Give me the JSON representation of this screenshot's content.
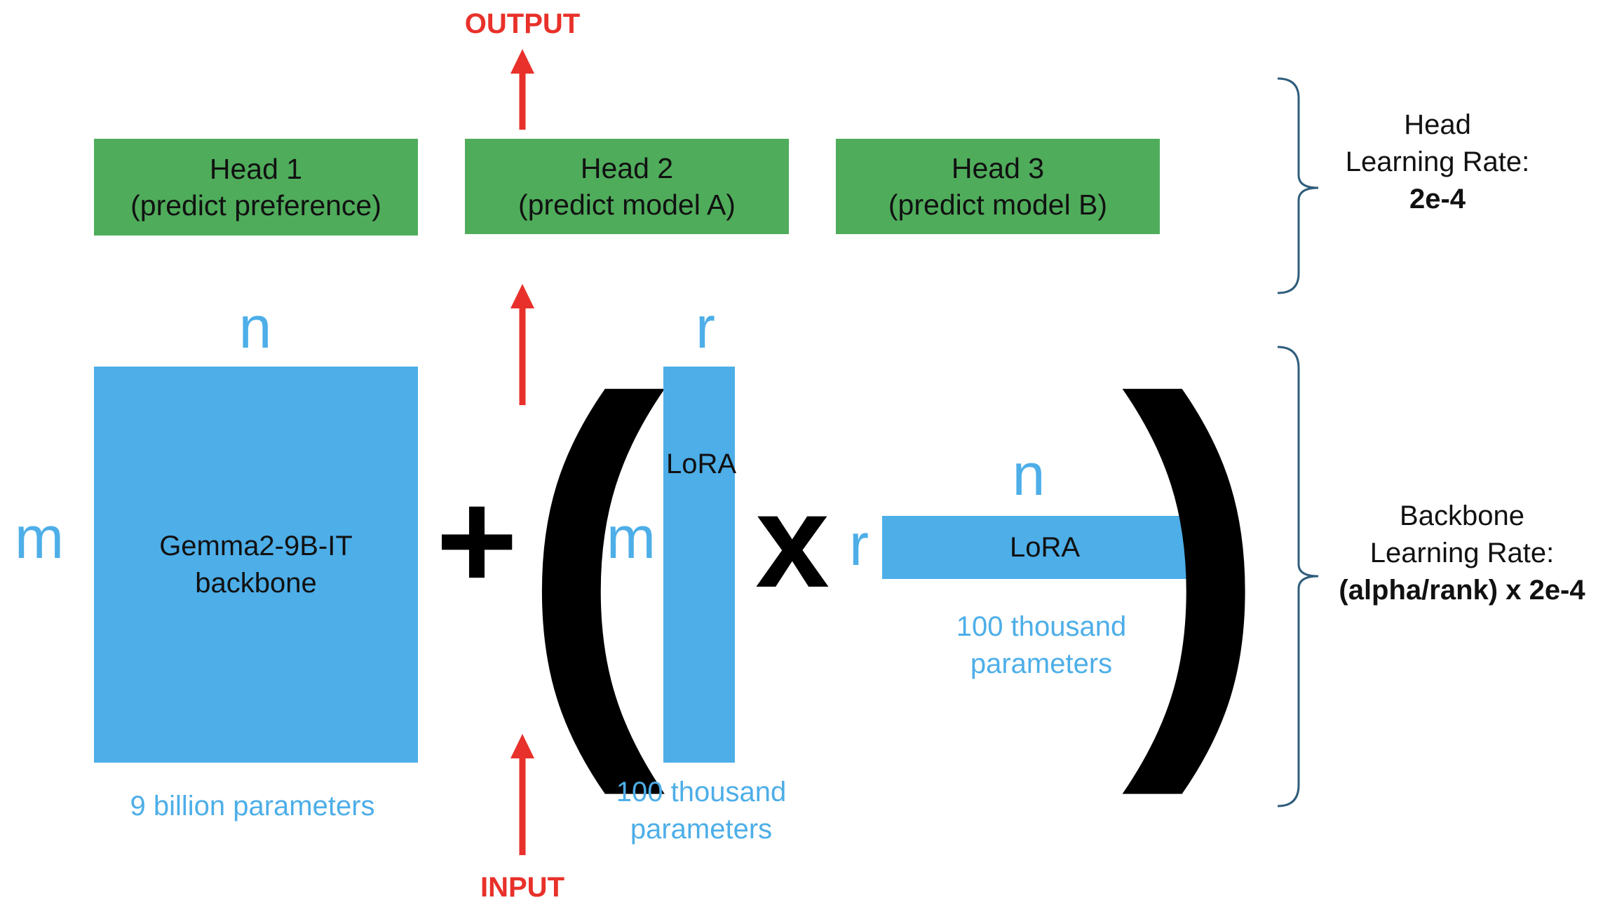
{
  "labels": {
    "output": "OUTPUT",
    "input": "INPUT"
  },
  "heads": [
    {
      "title": "Head 1",
      "subtitle": "(predict preference)"
    },
    {
      "title": "Head 2",
      "subtitle": "(predict model A)"
    },
    {
      "title": "Head 3",
      "subtitle": "(predict model B)"
    }
  ],
  "backbone": {
    "line1": "Gemma2-9B-IT",
    "line2": "backbone",
    "dim_top": "n",
    "dim_left": "m",
    "params": "9 billion parameters"
  },
  "operators": {
    "plus": "+",
    "open_paren": "(",
    "times": "x",
    "close_paren": ")"
  },
  "lora_a": {
    "label": "LoRA",
    "dim_top": "r",
    "dim_left": "m",
    "params_line1": "100 thousand",
    "params_line2": "parameters"
  },
  "lora_b": {
    "label": "LoRA",
    "dim_top": "n",
    "dim_left": "r",
    "params_line1": "100 thousand",
    "params_line2": "parameters"
  },
  "head_lr": {
    "line1": "Head",
    "line2": "Learning Rate:",
    "value": "2e-4"
  },
  "backbone_lr": {
    "line1": "Backbone",
    "line2": "Learning Rate:",
    "value": "(alpha/rank) x 2e-4"
  },
  "colors": {
    "head_green": "#4fac5b",
    "matrix_blue": "#4daee8",
    "arrow_red": "#e8312a",
    "brace": "#2f5d7c"
  }
}
